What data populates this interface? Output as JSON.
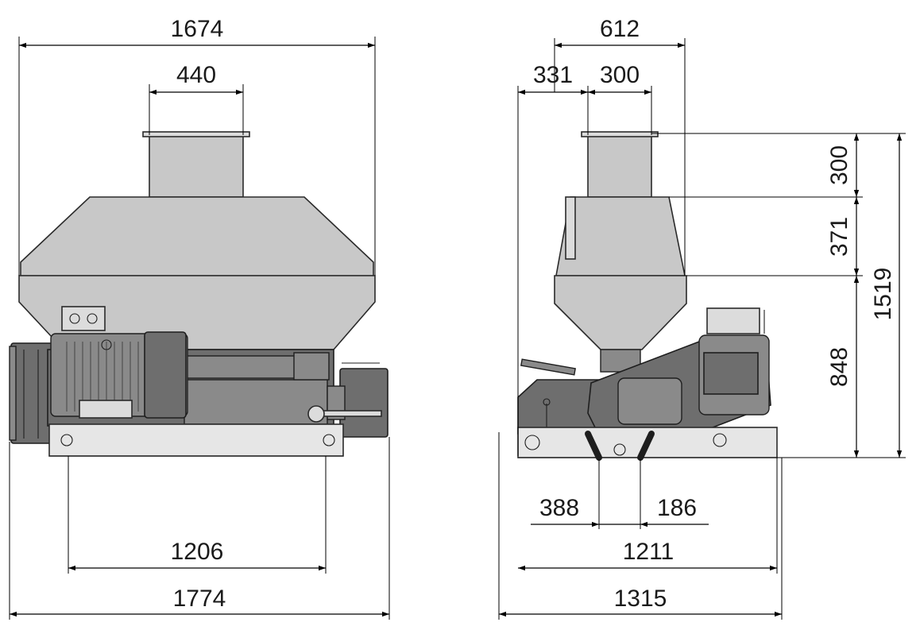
{
  "dimensions": {
    "front_view": {
      "overall_width_top": "1674",
      "inlet_width": "440",
      "base_width": "1206",
      "overall_width": "1774"
    },
    "side_view": {
      "top_width": "612",
      "offset_left": "331",
      "inlet_width": "300",
      "inlet_height": "300",
      "cone_height": "371",
      "lower_height": "848",
      "overall_height": "1519",
      "roll_offset_left": "388",
      "roll_spacing": "186",
      "base_depth": "1211",
      "overall_depth": "1315"
    }
  },
  "colors": {
    "hopper": "#c8c8c8",
    "machine_body": "#6e6e6e",
    "frame": "#e6e6e6",
    "lines": "#000000"
  }
}
